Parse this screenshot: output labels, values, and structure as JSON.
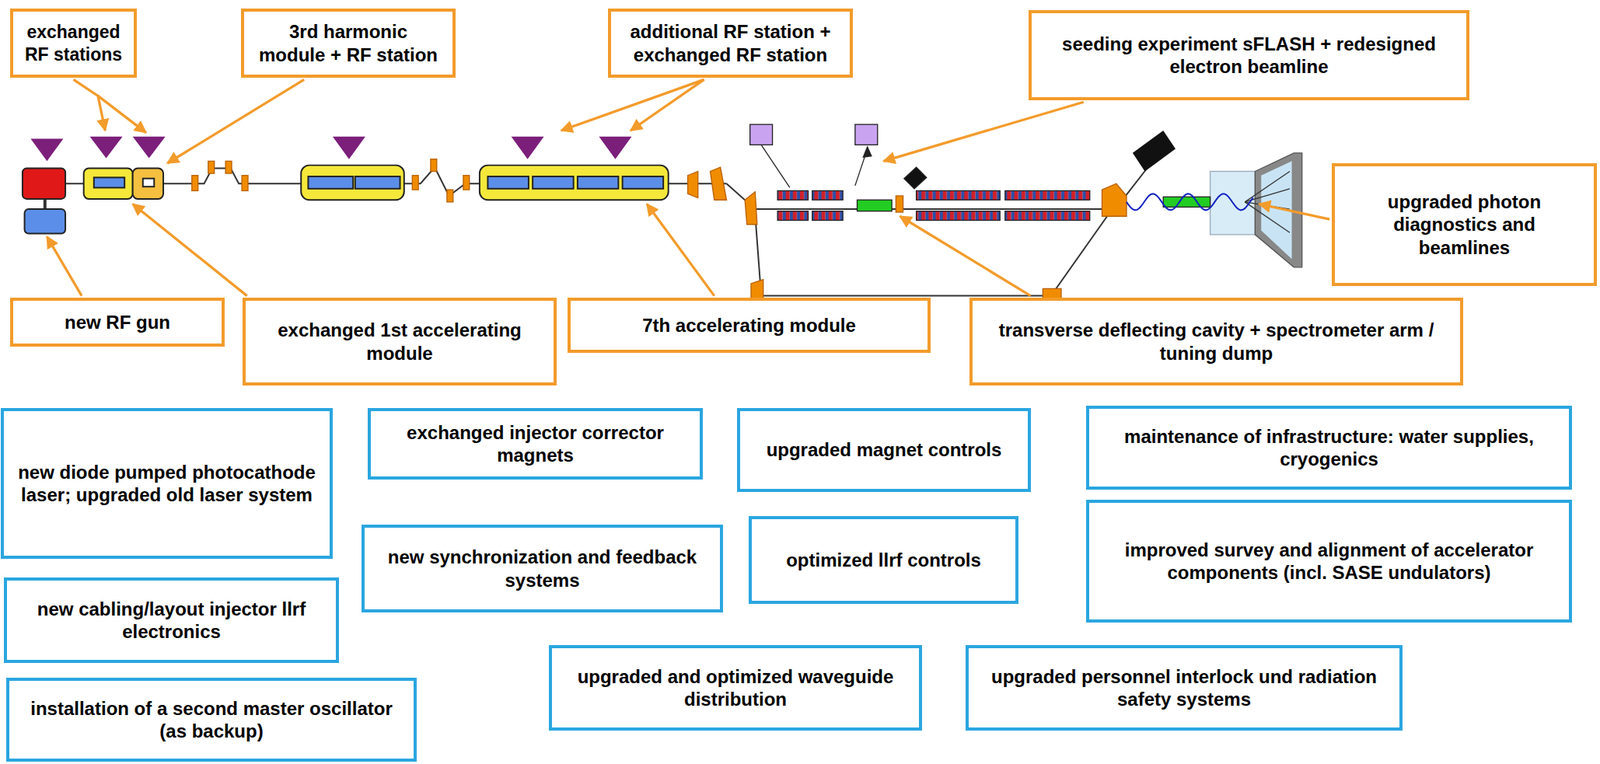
{
  "diagram": {
    "nodes": [
      {
        "text": [
          "exchanged RF stations"
        ]
      },
      {
        "text": [
          "3rd harmonic module + RF station"
        ]
      },
      {
        "text": [
          "additional RF station + exchanged RF station"
        ]
      },
      {
        "text": [
          "seeding experiment sFLASH + redesigned electron beamline"
        ]
      },
      {
        "text": [
          "upgraded photon diagnostics and beamlines"
        ]
      },
      {
        "text": [
          "new RF gun"
        ]
      },
      {
        "text": [
          "exchanged 1st accelerating module"
        ]
      },
      {
        "text": [
          "7th accelerating module"
        ]
      },
      {
        "text": [
          "transverse deflecting cavity + spectrometer arm / tuning dump"
        ]
      },
      {
        "text": [
          "new diode pumped photocathode laser; upgraded old laser system"
        ]
      },
      {
        "text": [
          "exchanged injector corrector magnets"
        ]
      },
      {
        "text": [
          "upgraded magnet controls"
        ]
      },
      {
        "text": [
          "maintenance of infrastructure: water supplies, cryogenics"
        ]
      },
      {
        "text": [
          "new synchronization and feedback systems"
        ]
      },
      {
        "text": [
          "optimized llrf controls"
        ]
      },
      {
        "text": [
          "improved survey and alignment of accelerator components (incl. SASE undulators)"
        ]
      },
      {
        "text": [
          "new cabling/layout injector llrf electronics"
        ]
      },
      {
        "text": [
          "upgraded and optimized waveguide distribution"
        ]
      },
      {
        "text": [
          "upgraded personnel interlock und radiation safety systems"
        ]
      },
      {
        "text": [
          "installation of a second master oscillator (as backup)"
        ]
      }
    ]
  }
}
